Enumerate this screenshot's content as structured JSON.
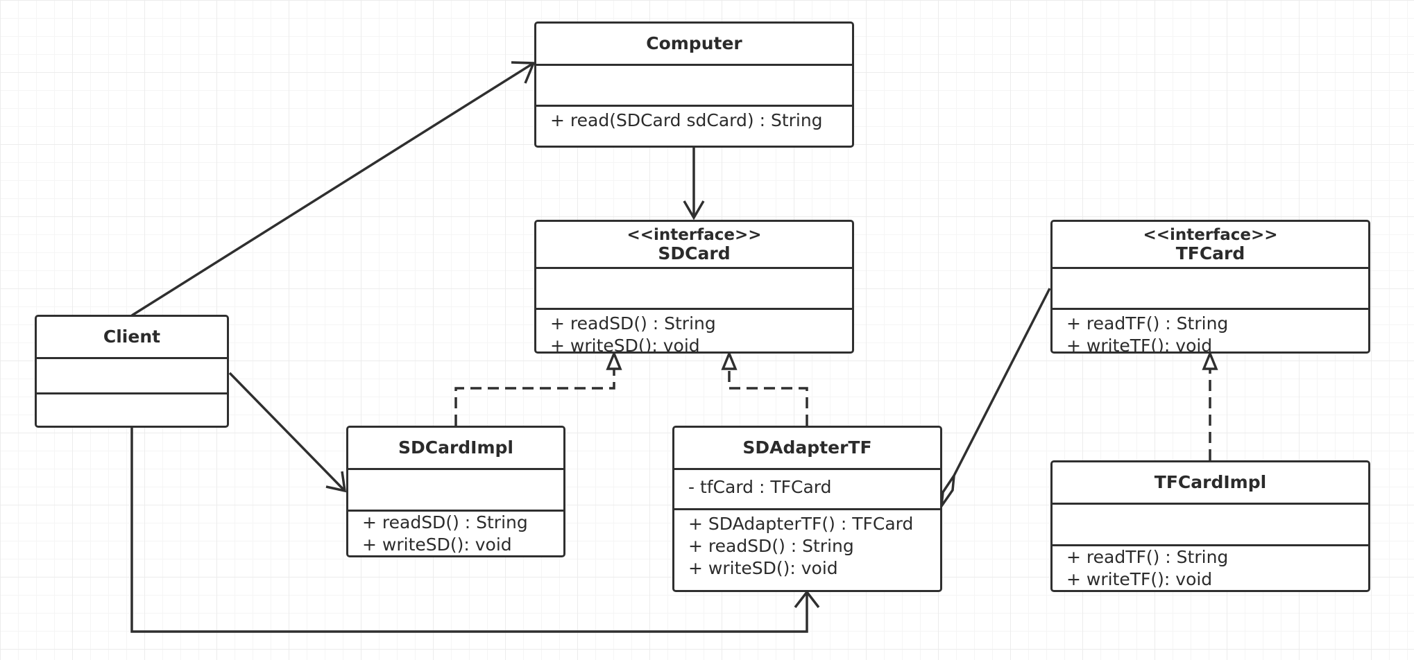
{
  "classes": {
    "computer": {
      "name": "Computer",
      "attributes": [],
      "operations": [
        "+ read(SDCard sdCard) : String"
      ]
    },
    "sdcard": {
      "stereotype": "<<interface>>",
      "name": "SDCard",
      "attributes": [],
      "operations": [
        "+ readSD() : String",
        "+ writeSD(): void"
      ]
    },
    "tfcard": {
      "stereotype": "<<interface>>",
      "name": "TFCard",
      "attributes": [],
      "operations": [
        "+ readTF() : String",
        "+ writeTF(): void"
      ]
    },
    "client": {
      "name": "Client",
      "attributes": [],
      "operations": []
    },
    "sdcardimpl": {
      "name": "SDCardImpl",
      "attributes": [],
      "operations": [
        "+ readSD() : String",
        "+ writeSD(): void"
      ]
    },
    "sdadaptertf": {
      "name": "SDAdapterTF",
      "attributes": [
        "- tfCard : TFCard"
      ],
      "operations": [
        "+ SDAdapterTF() : TFCard",
        "+ readSD() : String",
        "+ writeSD(): void"
      ]
    },
    "tfcardimpl": {
      "name": "TFCardImpl",
      "attributes": [],
      "operations": [
        "+ readTF() : String",
        "+ writeTF(): void"
      ]
    }
  },
  "relationships": [
    {
      "from": "Client",
      "to": "Computer",
      "type": "association"
    },
    {
      "from": "Client",
      "to": "SDCardImpl",
      "type": "association"
    },
    {
      "from": "Client",
      "to": "SDAdapterTF",
      "type": "association"
    },
    {
      "from": "Computer",
      "to": "SDCard",
      "type": "association"
    },
    {
      "from": "SDCardImpl",
      "to": "SDCard",
      "type": "realization"
    },
    {
      "from": "SDAdapterTF",
      "to": "SDCard",
      "type": "realization"
    },
    {
      "from": "TFCardImpl",
      "to": "TFCard",
      "type": "realization"
    },
    {
      "from": "SDAdapterTF",
      "to": "TFCard",
      "type": "aggregation"
    }
  ],
  "colors": {
    "line": "#2f2f2f",
    "grid": "#ececec",
    "background": "#ffffff"
  }
}
